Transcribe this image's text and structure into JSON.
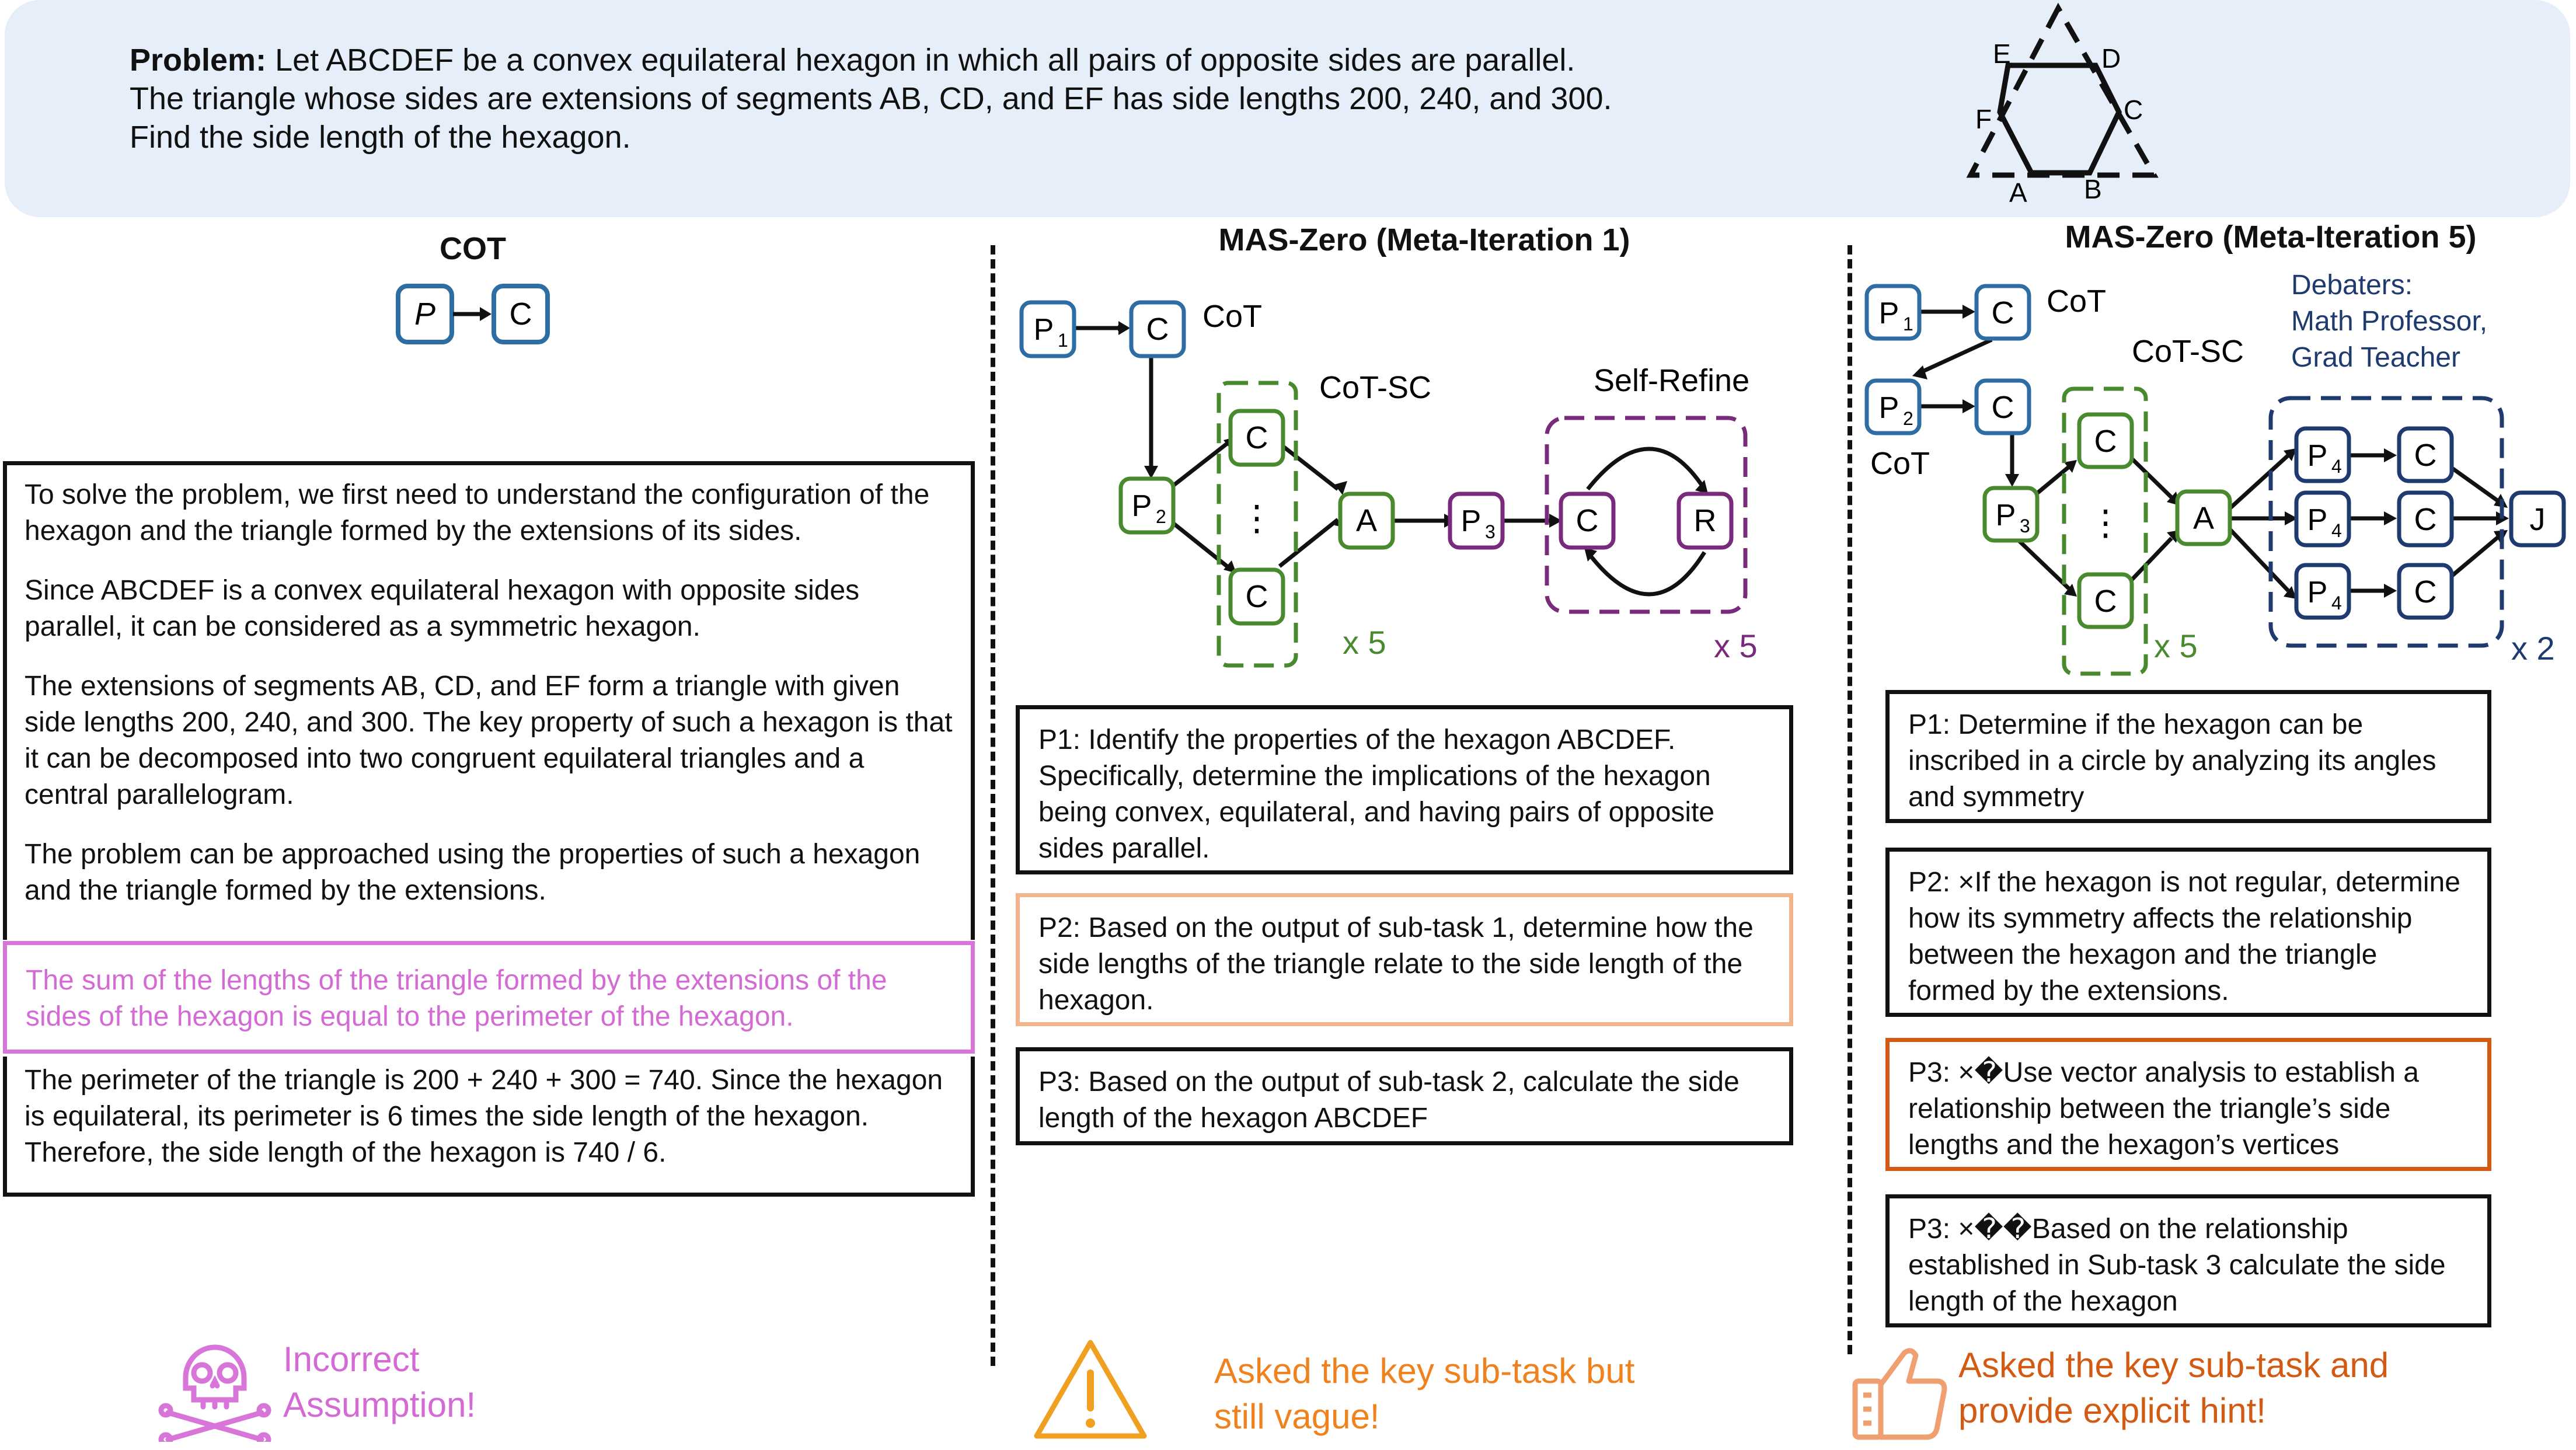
{
  "problem": {
    "label_bold": "P",
    "label_rest": "roblem:",
    "text": " Let ABCDEF be a convex equilateral hexagon in which all pairs of opposite sides are parallel.\nThe triangle whose sides are extensions of segments AB, CD, and EF has side lengths 200, 240, and 300.\nFind the side length of the hexagon.",
    "hexagon_labels": {
      "A": "A",
      "B": "B",
      "C": "C",
      "D": "D",
      "E": "E",
      "F": "F"
    }
  },
  "cot": {
    "title": "COT",
    "node_p": "P",
    "node_c": "C",
    "paragraphs": [
      "To solve the problem, we first need to understand the configuration of the hexagon and the triangle formed by the extensions of its sides.",
      "Since ABCDEF is a convex equilateral hexagon with opposite sides parallel, it can be considered as a symmetric hexagon.",
      "The extensions of segments AB, CD, and EF form a triangle with given side lengths 200, 240, and 300. The key property of such a hexagon is that it can be decomposed into two congruent equilateral triangles and a central parallelogram.",
      "The problem can be approached using the properties of such a hexagon and the triangle formed by the extensions."
    ],
    "highlight": "The sum of the lengths of the triangle formed by the extensions of the sides of the hexagon is equal to the perimeter of the hexagon.",
    "conclusion": "The perimeter of the triangle is 200 + 240 + 300 = 740. Since the hexagon is equilateral, its perimeter is 6 times the side length of the hexagon. Therefore, the side length of the hexagon is 740 / 6.",
    "verdict": "Incorrect\nAssumption!",
    "verdict_color": "#d46ad4"
  },
  "mas1": {
    "title": "MAS-Zero (Meta-Iteration 1)",
    "graph": {
      "p1": "P",
      "p1_sub": "1",
      "c": "C",
      "cot_label": "CoT",
      "p2": "P",
      "p2_sub": "2",
      "cotsc_label": "CoT-SC",
      "a": "A",
      "p3": "P",
      "p3_sub": "3",
      "selfrefine_label": "Self-Refine",
      "r": "R",
      "dots": "⋮",
      "x5_green": "x 5",
      "x5_purple": "x 5"
    },
    "subtasks": [
      "P1: Identify the properties of the hexagon ABCDEF. Specifically, determine the implications of the hexagon being convex, equilateral, and having pairs of opposite sides parallel.",
      "P2: Based on the output of sub-task 1, determine how the side lengths of the triangle relate to the side length of the hexagon.",
      "P3: Based on the output of sub-task 2, calculate the side length of the hexagon ABCDEF"
    ],
    "verdict": "Asked the key sub-task but\nstill vague!",
    "verdict_color": "#f0821e"
  },
  "mas5": {
    "title": "MAS-Zero (Meta-Iteration 5)",
    "graph": {
      "p1": "P",
      "p1_sub": "1",
      "cot_label_top": "CoT",
      "p2": "P",
      "p2_sub": "2",
      "cot_label_bottom": "CoT",
      "cotsc_label": "CoT-SC",
      "p3": "P",
      "p3_sub": "3",
      "a": "A",
      "p4": "P",
      "p4_sub": "4",
      "c": "C",
      "j": "J",
      "dots": "⋮",
      "debaters": "Debaters:\nMath Professor,\nGrad Teacher",
      "x5": "x 5",
      "x2": "x 2"
    },
    "subtasks": [
      "P1: Determine if the hexagon can be inscribed in a circle by analyzing its angles and symmetry",
      "P2: ×If the hexagon is not regular, determine how its symmetry affects the relationship between the hexagon and the triangle formed by the extensions.",
      "P3: ×�Use vector analysis to establish a relationship between the triangle’s side lengths and the hexagon’s vertices",
      "P3: ×��Based on the relationship established in Sub-task 3 calculate the side length of the hexagon"
    ],
    "verdict": "Asked the key sub-task and\nprovide explicit hint!",
    "verdict_color": "#d35a12"
  },
  "colors": {
    "blue": "#2e6da4",
    "green": "#4a8a2f",
    "purple": "#7a2a7a",
    "navy": "#1f3a6e",
    "pink": "#d875d8",
    "orange_light": "#f2b48a",
    "orange_dark": "#d35a12"
  },
  "icons": [
    "skull-crossbones-icon",
    "warning-triangle-icon",
    "thumbs-up-icon"
  ]
}
